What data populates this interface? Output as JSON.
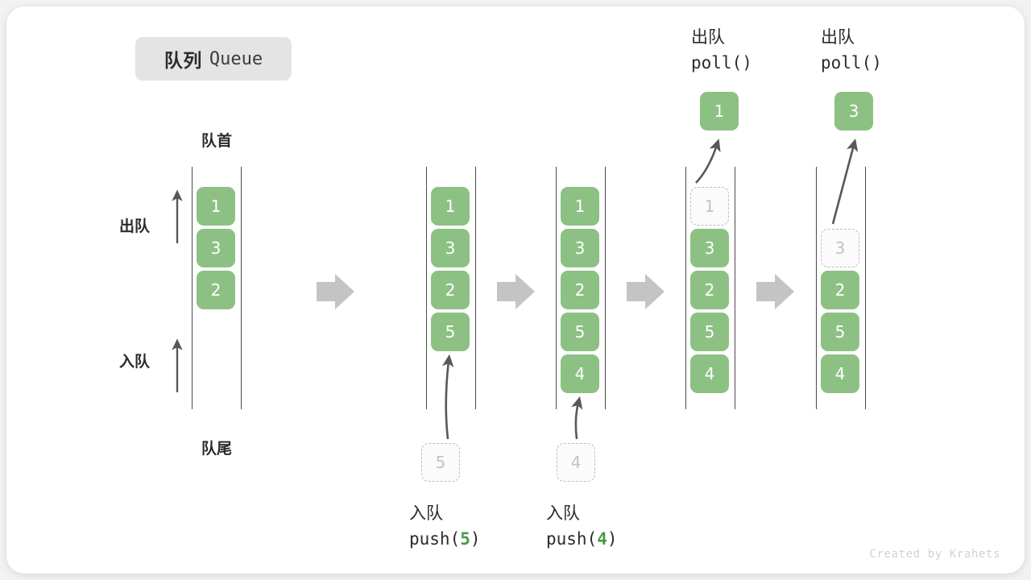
{
  "title": {
    "cn": "队列",
    "en": "Queue"
  },
  "credit": "Created by Krahets",
  "labels": {
    "head": "队首",
    "tail": "队尾",
    "dequeue": "出队",
    "enqueue": "入队",
    "poll_cn": "出队",
    "poll_code": "poll()",
    "push_cn": "入队"
  },
  "panels": [
    {
      "name": "initial",
      "cells": [
        "1",
        "3",
        "2"
      ],
      "ghost_index": null,
      "ghost_value": null
    },
    {
      "name": "after-push-5",
      "cells": [
        "1",
        "3",
        "2",
        "5"
      ],
      "ghost_index": null,
      "ghost_value": null
    },
    {
      "name": "after-push-4",
      "cells": [
        "1",
        "3",
        "2",
        "5",
        "4"
      ],
      "ghost_index": null,
      "ghost_value": null
    },
    {
      "name": "after-poll-1",
      "cells": [
        "1",
        "3",
        "2",
        "5",
        "4"
      ],
      "ghost_index": 0,
      "ghost_value": "1"
    },
    {
      "name": "after-poll-3",
      "cells": [
        "3",
        "2",
        "5",
        "4"
      ],
      "ghost_index": 0,
      "ghost_value": "3"
    }
  ],
  "operations": {
    "push_5": {
      "cn": "入队",
      "code_prefix": "push(",
      "code_arg": "5",
      "code_suffix": ")",
      "ghost": "5"
    },
    "push_4": {
      "cn": "入队",
      "code_prefix": "push(",
      "code_arg": "4",
      "code_suffix": ")",
      "ghost": "4"
    },
    "poll_1": {
      "cn": "出队",
      "code": "poll()",
      "value": "1"
    },
    "poll_3": {
      "cn": "出队",
      "code": "poll()",
      "value": "3"
    }
  },
  "colors": {
    "element": "#8cc183",
    "ghost_border": "#bdbdbd",
    "ghost_text": "#c3c3c3",
    "rail": "#4a4a4a",
    "flow_arrow": "#c4c4c4",
    "pointer_arrow": "#585858",
    "badge_bg": "#e4e4e4",
    "card_bg": "#ffffff",
    "page_bg": "#f2f2f2",
    "accent_code": "#4a9a4a"
  }
}
